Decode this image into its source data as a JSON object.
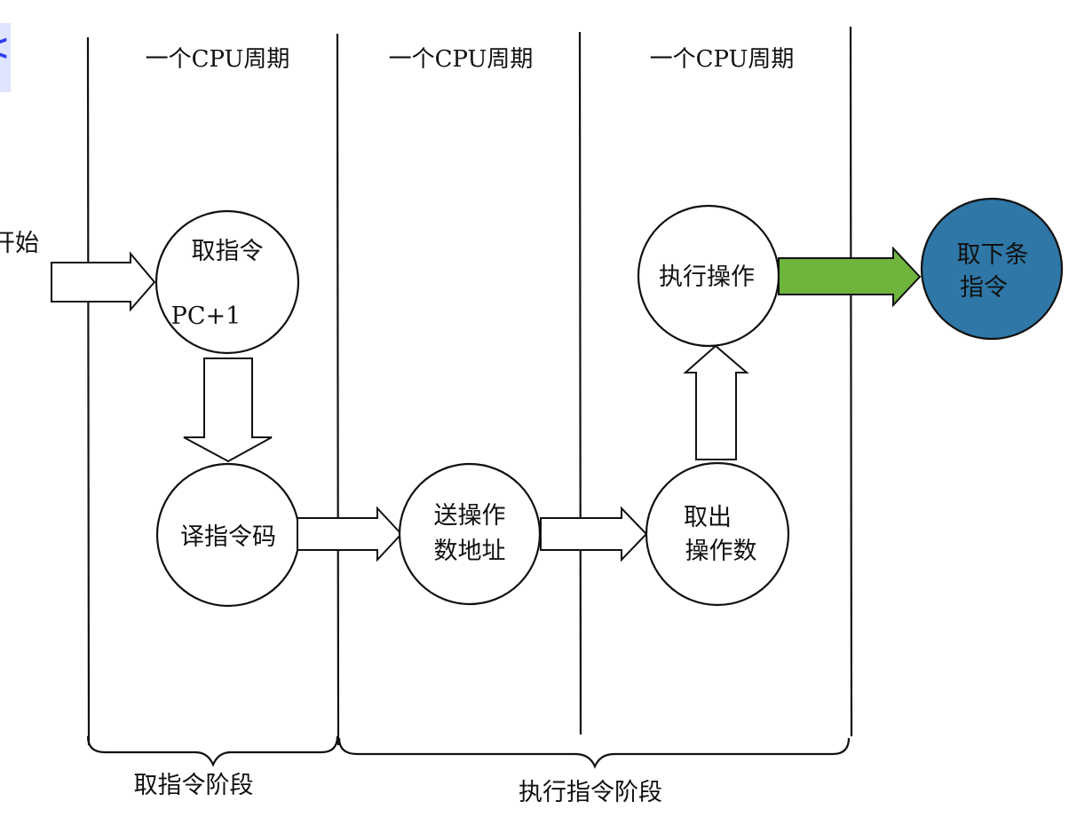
{
  "corner_tab": {
    "glyph": "<"
  },
  "periods": [
    "一个CPU周期",
    "一个CPU周期",
    "一个CPU周期"
  ],
  "start": {
    "label": "开始"
  },
  "nodes": {
    "fetch": {
      "line1": "取指令",
      "line2": "PC+1"
    },
    "decode": {
      "line1": "译指令码"
    },
    "send_addr": {
      "line1": "送操作",
      "line2": "数地址"
    },
    "fetch_operand": {
      "line1": "取出",
      "line2": "操作数"
    },
    "execute": {
      "line1": "执行操作"
    },
    "next": {
      "line1": "取下条",
      "line2": "指令"
    }
  },
  "phases": {
    "fetch": "取指令阶段",
    "execute": "执行指令阶段"
  },
  "colors": {
    "next_node": "#2f77a6",
    "exec_arrow": "#6fb43c",
    "stroke": "#111111"
  }
}
